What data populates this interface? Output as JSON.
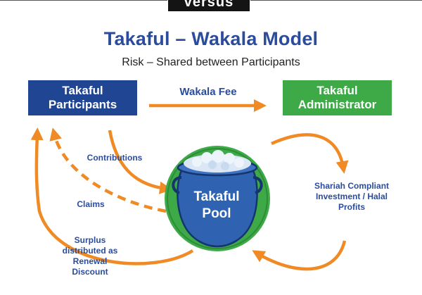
{
  "header": {
    "versus": "versus"
  },
  "title": "Takaful – Wakala Model",
  "subtitle": "Risk – Shared between Participants",
  "boxes": {
    "participants": "Takaful Participants",
    "administrator": "Takaful Administrator"
  },
  "flows": {
    "wakala_fee": "Wakala Fee",
    "contributions": "Contributions",
    "claims": "Claims",
    "surplus": "Surplus distributed as Renewal Discount",
    "shariah": "Shariah Compliant Investment / Halal Profits"
  },
  "pool": {
    "label": "Takaful Pool"
  },
  "colors": {
    "navy": "#1f4593",
    "green": "#3daa47",
    "orange": "#f08a24",
    "text_blue": "#2a4c9b",
    "pot_blue": "#2f62b0"
  },
  "icons": {
    "pool": "pot-icon"
  }
}
